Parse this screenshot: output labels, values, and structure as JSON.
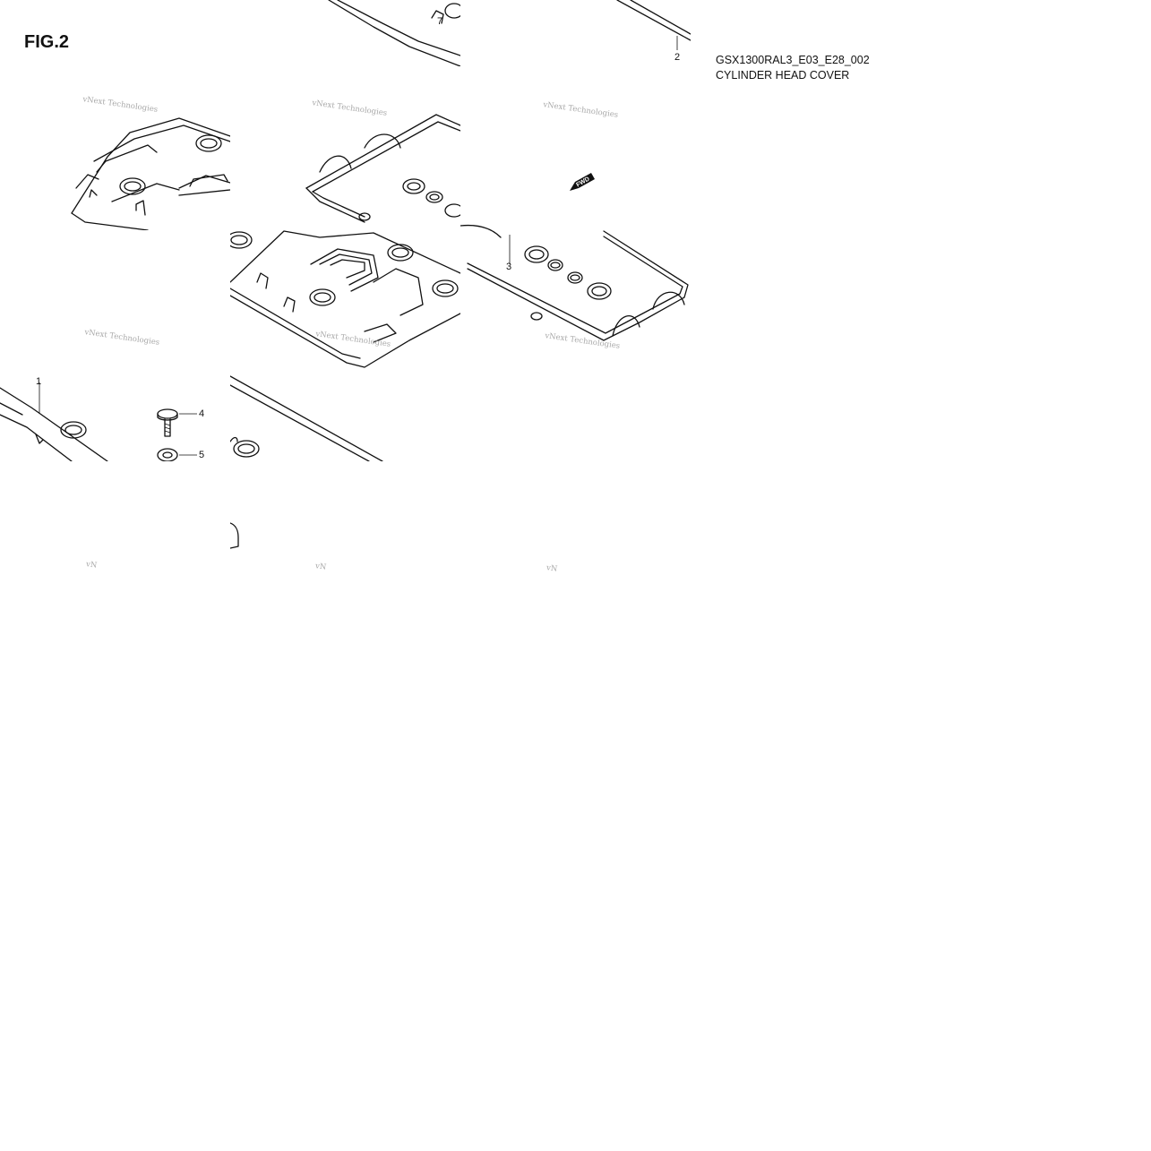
{
  "figure": {
    "label": "FIG.2"
  },
  "meta": {
    "code": "GSX1300RAL3_E03_E28_002",
    "title": "CYLINDER HEAD COVER"
  },
  "watermark": {
    "text": "vNext Technologies",
    "text_short": "vN"
  },
  "callouts": [
    "1",
    "2",
    "3",
    "4",
    "5",
    "7"
  ],
  "fwd_label": "FWD"
}
